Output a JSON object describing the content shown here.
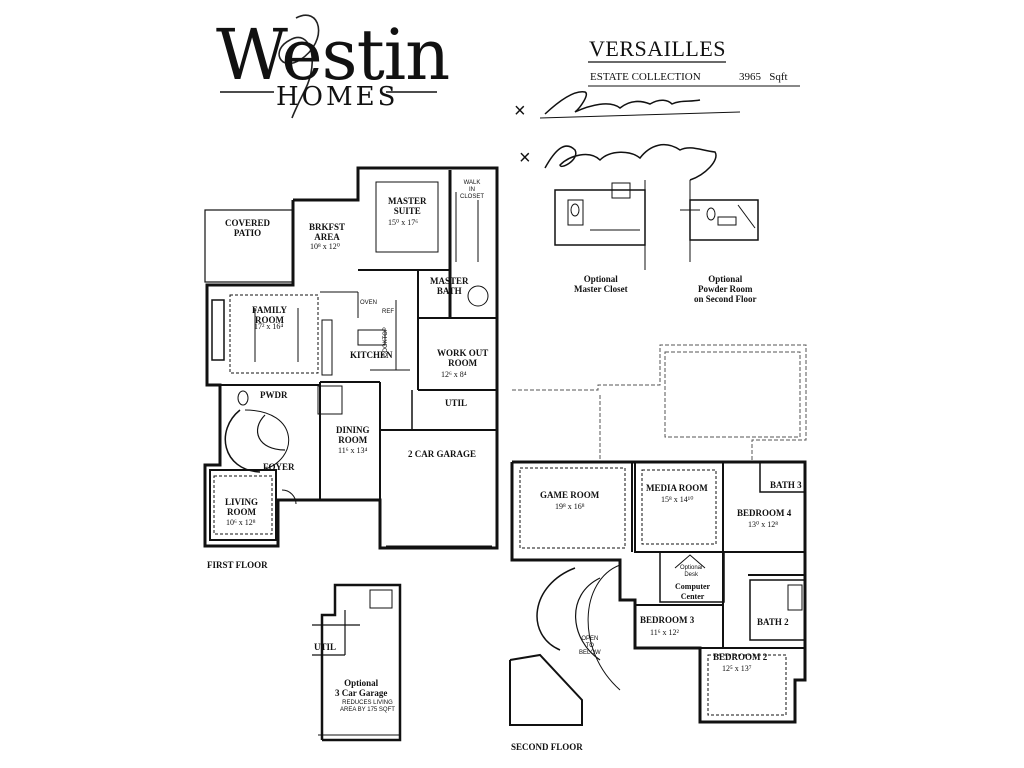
{
  "logo": {
    "name": "Westin",
    "sub": "HOMES"
  },
  "plan": {
    "name": "VERSAILLES",
    "collection": "ESTATE COLLECTION",
    "sqft_value": "3965",
    "sqft_unit": "Sqft"
  },
  "signature_marks": [
    "×",
    "×"
  ],
  "options": {
    "master_closet": "Optional\nMaster Closet",
    "powder_room": "Optional\nPowder Room\non Second Floor"
  },
  "first_floor": {
    "label": "FIRST FLOOR",
    "rooms": {
      "covered_patio": "COVERED\nPATIO",
      "brkfst": "BRKFST\nAREA",
      "brkfst_dim": "10⁸ x 12⁰",
      "master_suite": "MASTER\nSUITE",
      "master_suite_dim": "15⁰ x 17⁶",
      "walk_in": "WALK\nIN\nCLOSET",
      "master_bath": "MASTER\nBATH",
      "family_room": "FAMILY\nROOM",
      "family_dim": "17² x 16⁴",
      "oven": "OVEN",
      "ref": "REF",
      "cooktop": "COOKTOP",
      "kitchen": "KITCHEN",
      "workout": "WORK OUT\nROOM",
      "workout_dim": "12⁶ x 8⁴",
      "pwdr": "PWDR",
      "util": "UTIL",
      "dining": "DINING\nROOM",
      "dining_dim": "11⁶ x 13⁴",
      "garage": "2 CAR GARAGE",
      "foyer": "FOYER",
      "living": "LIVING\nROOM",
      "living_dim": "10⁶ x 12⁸"
    }
  },
  "optional_garage": {
    "util": "UTIL",
    "title": "Optional\n3 Car Garage",
    "note": "REDUCES LIVING\nAREA BY 175 SQFT"
  },
  "second_floor": {
    "label": "SECOND FLOOR",
    "rooms": {
      "game_room": "GAME ROOM",
      "game_dim": "19⁸ x 16⁸",
      "media_room": "MEDIA ROOM",
      "media_dim": "15⁸ x 14¹⁰",
      "bath3": "BATH 3",
      "bedroom4": "BEDROOM 4",
      "bedroom4_dim": "13⁰ x 12⁸",
      "optional_desk": "Optional\nDesk",
      "computer_center": "Computer\nCenter",
      "bath2": "BATH 2",
      "bedroom3": "BEDROOM 3",
      "bedroom3_dim": "11⁶ x 12²",
      "open_below": "OPEN\nTO\nBELOW",
      "bedroom2": "BEDROOM 2",
      "bedroom2_dim": "12⁵ x 13⁷"
    }
  }
}
